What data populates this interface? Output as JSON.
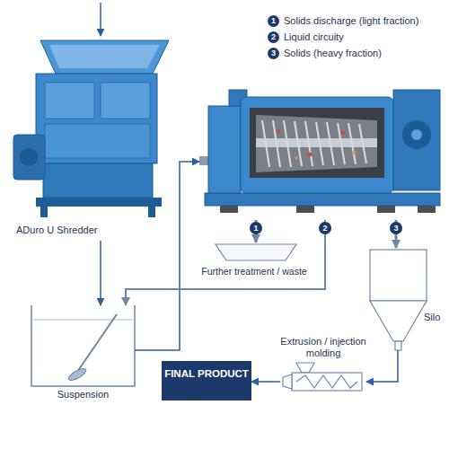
{
  "diagram": {
    "nodes": [
      {
        "text": [
          "ADuro U Shredder"
        ]
      },
      {
        "text": []
      },
      {
        "text": [
          "Further treatment / waste"
        ]
      },
      {
        "text": [
          "Silo"
        ]
      },
      {
        "text": [
          "Suspension"
        ]
      },
      {
        "text": [
          "Extrusion / injection molding"
        ]
      },
      {
        "text": [
          "FINAL PRODUCT"
        ]
      }
    ],
    "edges": [
      {
        "from": 0,
        "to": 4,
        "arrow": "to"
      },
      {
        "from": 4,
        "to": 1,
        "arrow": "to"
      },
      {
        "from": 1,
        "to": 2,
        "label": "1",
        "arrow": "to"
      },
      {
        "from": 1,
        "to": 4,
        "label": "2",
        "arrow": "to"
      },
      {
        "from": 1,
        "to": 3,
        "label": "3",
        "arrow": "to"
      },
      {
        "from": 3,
        "to": 5,
        "arrow": "to"
      },
      {
        "from": 5,
        "to": 6,
        "arrow": "to"
      }
    ],
    "labels": [
      "1",
      "Solids discharge (light fraction)",
      "2",
      "Liquid circuity",
      "3",
      "Solids (heavy fraction)"
    ]
  }
}
